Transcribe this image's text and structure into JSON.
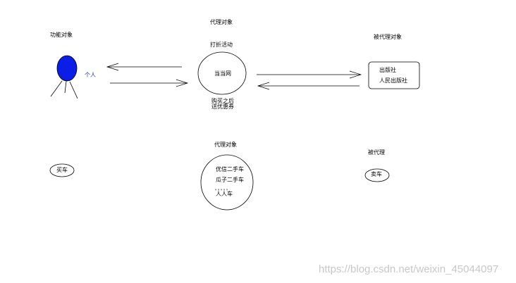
{
  "top": {
    "functional_object_label": "功能对象",
    "person_label": "个人",
    "proxy_object_label": "代理对象",
    "promo_label": "打折活动",
    "proxy_name": "当当网",
    "after_purchase_line1": "购买之后",
    "after_purchase_line2": "送优惠券",
    "proxied_object_label": "被代理对象",
    "publishers": [
      "出版社",
      "人民出版社"
    ]
  },
  "bottom": {
    "buy_car": "买车",
    "proxy_object_label": "代理对象",
    "dealers": [
      "优信二手车",
      "瓜子二手车"
    ],
    "ellipsis": "。。。。。",
    "renren": "人人车",
    "proxied_label": "被代理",
    "sell_car": "卖车"
  },
  "watermark": "https://blog.csdn.net/weixin_45044097",
  "colors": {
    "person_fill": "#0a1ee6",
    "person_label": "#2323d8",
    "line": "#000000",
    "watermark": "#c8c8c8"
  }
}
